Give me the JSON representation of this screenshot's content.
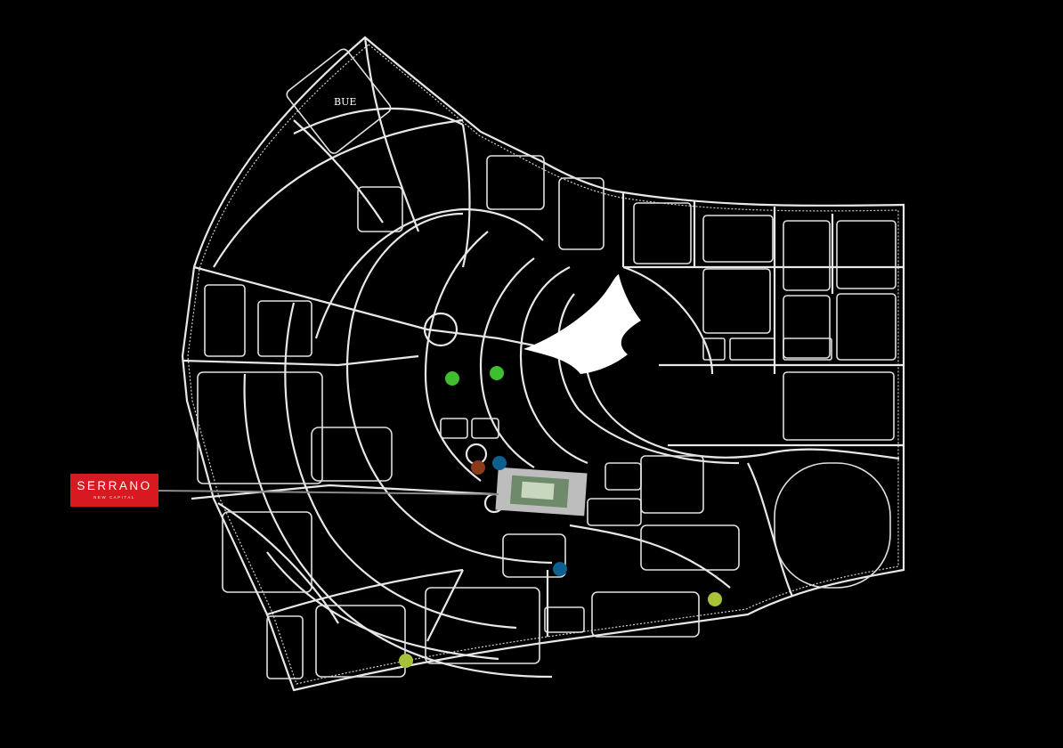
{
  "map": {
    "district_label": "BUE",
    "brand": {
      "name": "SERRANO",
      "subtitle": "NEW CAPITAL"
    },
    "colors": {
      "background": "#000000",
      "road": "#e8e8e8",
      "brand_red": "#d71920",
      "poi_green": "#3fbf2f",
      "poi_blue": "#0c5f8f",
      "poi_brown": "#8b3a1a",
      "poi_yellow_green": "#a6c23a",
      "project_plot": "#cfcfcf"
    },
    "markers": [
      {
        "name": "green-poi-marker",
        "color": "poi_green"
      },
      {
        "name": "green-poi-marker",
        "color": "poi_green"
      },
      {
        "name": "brown-poi-marker",
        "color": "poi_brown"
      },
      {
        "name": "blue-poi-marker",
        "color": "poi_blue"
      },
      {
        "name": "blue-poi-marker",
        "color": "poi_blue"
      },
      {
        "name": "yellow-poi-marker",
        "color": "poi_yellow_green"
      },
      {
        "name": "yellow-poi-marker",
        "color": "poi_yellow_green"
      }
    ]
  }
}
